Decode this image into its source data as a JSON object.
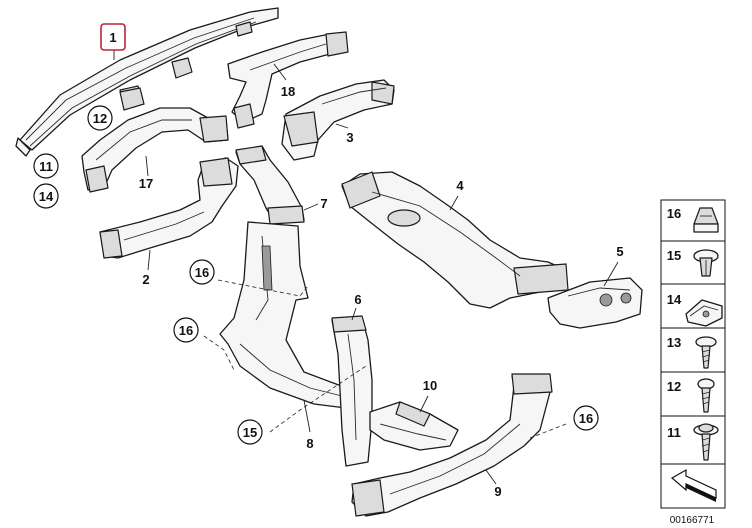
{
  "callouts": {
    "c1": "1",
    "c2": "2",
    "c3": "3",
    "c4": "4",
    "c5": "5",
    "c6": "6",
    "c7": "7",
    "c8": "8",
    "c9": "9",
    "c10": "10",
    "c11": "11",
    "c12": "12",
    "c14": "14",
    "c15": "15",
    "c16a": "16",
    "c16b": "16",
    "c16c": "16",
    "c17": "17",
    "c18": "18"
  },
  "sidebar": {
    "items": [
      {
        "label": "16"
      },
      {
        "label": "15"
      },
      {
        "label": "14"
      },
      {
        "label": "13"
      },
      {
        "label": "12"
      },
      {
        "label": "11"
      }
    ]
  },
  "diagram_id": "00166771",
  "colors": {
    "highlight": "#c0203c",
    "line": "#1a1a1a"
  },
  "icons": {
    "orientation": "arrow-icon"
  }
}
